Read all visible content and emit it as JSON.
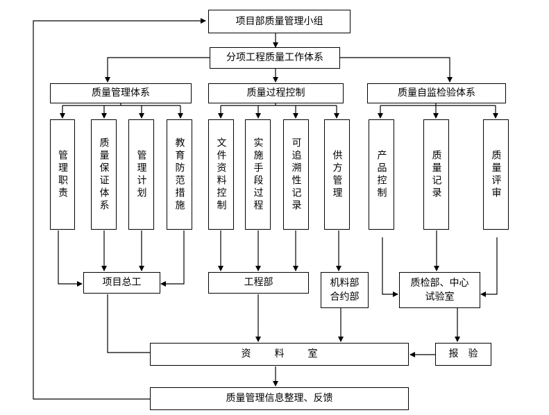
{
  "top": "项目部质量管理小组",
  "system": "分项工程质量工作体系",
  "branches": {
    "left": "质量管理体系",
    "middle": "质量过程控制",
    "right": "质量自监检验体系"
  },
  "leaves": {
    "l1": "管理职责",
    "l2": "质量保证体系",
    "l3": "管理计划",
    "l4": "教育防范措施",
    "m1": "文件资料控制",
    "m2": "实施手段过程",
    "m3": "可追溯性记录",
    "m4": "供方管理",
    "r1": "产品控制",
    "r2": "质量记录",
    "r3": "质量评审"
  },
  "depts": {
    "engineer": "项目总工",
    "engdept": "工程部",
    "material_line1": "机料部",
    "material_line2": "合约部",
    "lab_line1": "质检部、中心",
    "lab_line2": "试验室"
  },
  "report": "报验",
  "archive": "资料室",
  "feedback": "质量管理信息整理、反馈"
}
